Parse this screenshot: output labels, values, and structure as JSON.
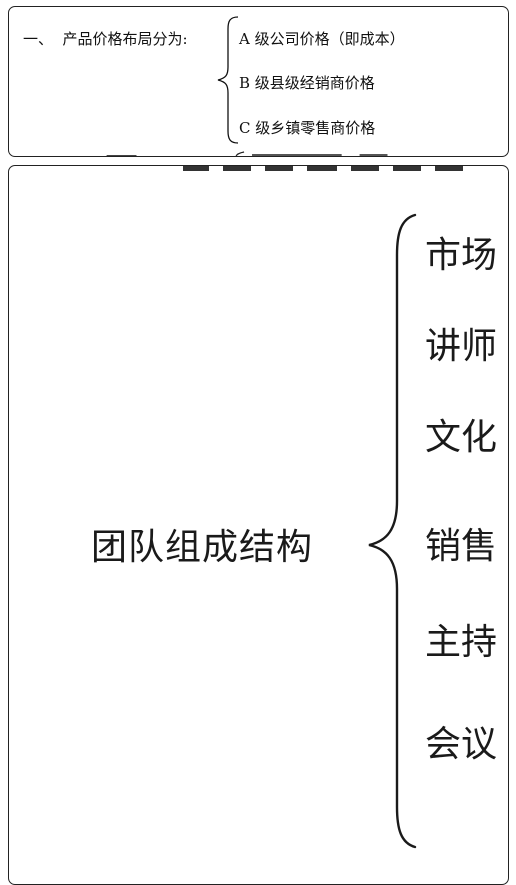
{
  "price_section": {
    "label": "一、  产品价格布局分为:",
    "items": [
      "A 级公司价格（即成本）",
      "B 级县级经销商价格",
      "C 级乡镇零售商价格"
    ]
  },
  "team_section": {
    "label": "团队组成结构",
    "items": [
      "市场",
      "讲师",
      "文化",
      "销售",
      "主持",
      "会议"
    ]
  }
}
